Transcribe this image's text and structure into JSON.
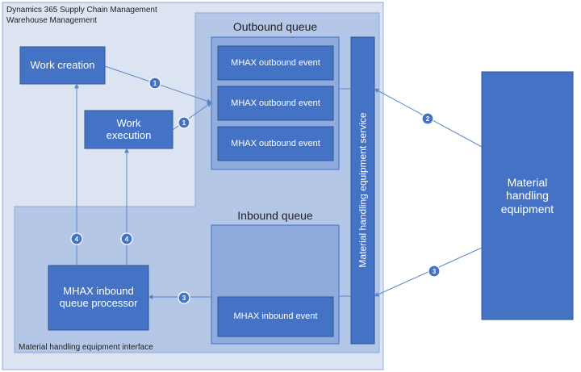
{
  "outer": {
    "line1": "Dynamics 365 Supply Chain Management",
    "line2": "Warehouse Management"
  },
  "interface_label": "Material handling equipment interface",
  "outbound_queue": {
    "title": "Outbound queue",
    "events": [
      "MHAX outbound event",
      "MHAX outbound event",
      "MHAX outbound event"
    ]
  },
  "inbound_queue": {
    "title": "Inbound queue",
    "event": "MHAX inbound event"
  },
  "work_creation": "Work creation",
  "work_execution_line1": "Work",
  "work_execution_line2": "execution",
  "inbound_processor_line1": "MHAX inbound",
  "inbound_processor_line2": "queue processor",
  "service": "Material handling equipment service",
  "equipment_line1": "Material",
  "equipment_line2": "handling",
  "equipment_line3": "equipment",
  "badges": {
    "one": "1",
    "two": "2",
    "three": "3",
    "four": "4"
  },
  "colors": {
    "outer_fill": "#dce4f2",
    "interface_fill": "#b4c7e7",
    "queue_fill": "#8faadc",
    "box_fill": "#4472c4",
    "line": "#5b87c9"
  }
}
